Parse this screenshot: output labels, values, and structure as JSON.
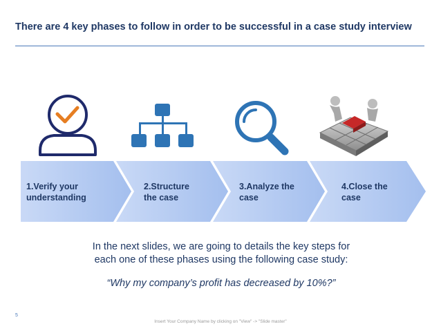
{
  "slide": {
    "title": "There are 4 key phases to follow in order to be successful in a case study interview",
    "phases": [
      {
        "label": "1.Verify your\n  understanding",
        "icon": "person-check-icon"
      },
      {
        "label": "2.Structure\n   the case",
        "icon": "org-chart-icon"
      },
      {
        "label": "3.Analyze the\n   case",
        "icon": "magnifier-icon"
      },
      {
        "label": "4.Close the\n   case",
        "icon": "puzzle-image"
      }
    ],
    "body": "In the next slides, we are going to details the key steps for\neach one of these phases using the following case study:",
    "quote": "“Why my company’s profit has decreased by 10%?”",
    "page_number": "5",
    "footer": "Insert Your Company Name by clicking on \"View\" -> \"Slide master\""
  },
  "colors": {
    "title": "#1f3864",
    "accent_blue": "#2e74b5",
    "chevron_light": "#c5d6f5",
    "chevron_mid": "#a9c3ef",
    "check_orange": "#e67e22"
  }
}
